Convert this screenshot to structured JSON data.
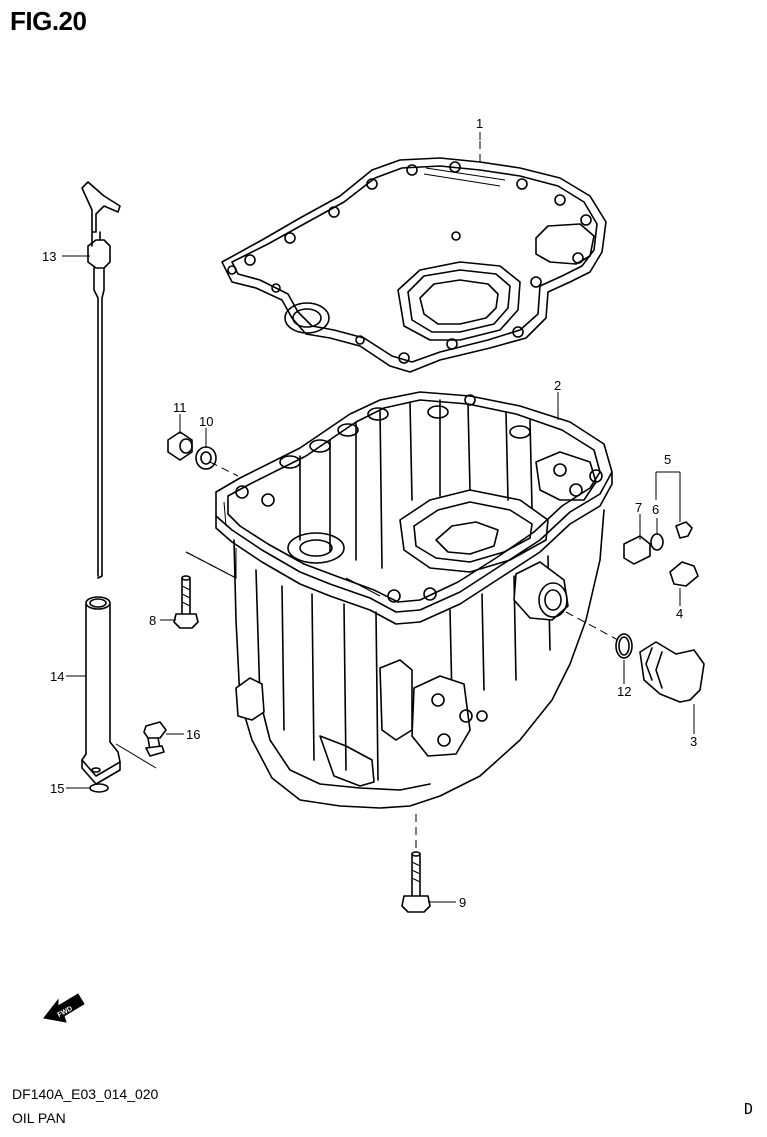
{
  "figure": {
    "title": "FIG.20"
  },
  "footer": {
    "code": "DF140A_E03_014_020",
    "name": "OIL PAN",
    "corner_letter": "D"
  },
  "fwd_arrow": {
    "label": "FWD"
  },
  "callouts": [
    {
      "id": "c1",
      "label": "1"
    },
    {
      "id": "c2",
      "label": "2"
    },
    {
      "id": "c3",
      "label": "3"
    },
    {
      "id": "c4",
      "label": "4"
    },
    {
      "id": "c5",
      "label": "5"
    },
    {
      "id": "c6",
      "label": "6"
    },
    {
      "id": "c7",
      "label": "7"
    },
    {
      "id": "c8",
      "label": "8"
    },
    {
      "id": "c9",
      "label": "9"
    },
    {
      "id": "c10",
      "label": "10"
    },
    {
      "id": "c11",
      "label": "11"
    },
    {
      "id": "c12",
      "label": "12"
    },
    {
      "id": "c13",
      "label": "13"
    },
    {
      "id": "c14",
      "label": "14"
    },
    {
      "id": "c15",
      "label": "15"
    },
    {
      "id": "c16",
      "label": "16"
    }
  ]
}
